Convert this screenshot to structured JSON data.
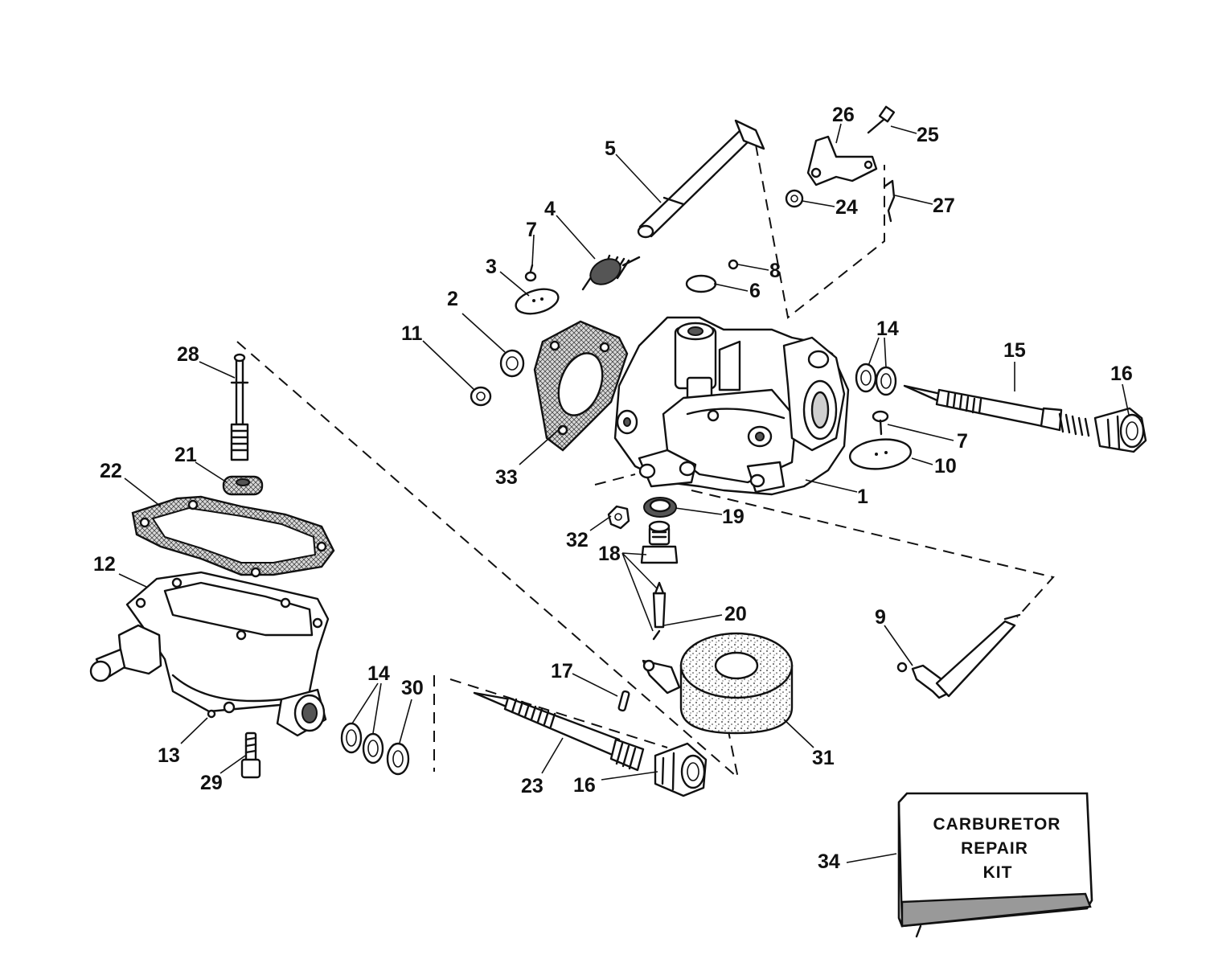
{
  "callouts": [
    {
      "id": "c1",
      "text": "1"
    },
    {
      "id": "c2",
      "text": "2"
    },
    {
      "id": "c3",
      "text": "3"
    },
    {
      "id": "c4",
      "text": "4"
    },
    {
      "id": "c5",
      "text": "5"
    },
    {
      "id": "c6",
      "text": "6"
    },
    {
      "id": "c7a",
      "text": "7"
    },
    {
      "id": "c7b",
      "text": "7"
    },
    {
      "id": "c8",
      "text": "8"
    },
    {
      "id": "c9",
      "text": "9"
    },
    {
      "id": "c10",
      "text": "10"
    },
    {
      "id": "c11",
      "text": "11"
    },
    {
      "id": "c12",
      "text": "12"
    },
    {
      "id": "c13",
      "text": "13"
    },
    {
      "id": "c14a",
      "text": "14"
    },
    {
      "id": "c14b",
      "text": "14"
    },
    {
      "id": "c15",
      "text": "15"
    },
    {
      "id": "c16a",
      "text": "16"
    },
    {
      "id": "c16b",
      "text": "16"
    },
    {
      "id": "c17",
      "text": "17"
    },
    {
      "id": "c18",
      "text": "18"
    },
    {
      "id": "c19",
      "text": "19"
    },
    {
      "id": "c20",
      "text": "20"
    },
    {
      "id": "c21",
      "text": "21"
    },
    {
      "id": "c22",
      "text": "22"
    },
    {
      "id": "c23",
      "text": "23"
    },
    {
      "id": "c24",
      "text": "24"
    },
    {
      "id": "c25",
      "text": "25"
    },
    {
      "id": "c26",
      "text": "26"
    },
    {
      "id": "c27",
      "text": "27"
    },
    {
      "id": "c28",
      "text": "28"
    },
    {
      "id": "c29",
      "text": "29"
    },
    {
      "id": "c30",
      "text": "30"
    },
    {
      "id": "c31",
      "text": "31"
    },
    {
      "id": "c32",
      "text": "32"
    },
    {
      "id": "c33",
      "text": "33"
    },
    {
      "id": "c34",
      "text": "34"
    }
  ],
  "kit_box": {
    "line1": "CARBURETOR",
    "line2": "REPAIR",
    "line3": "KIT"
  }
}
